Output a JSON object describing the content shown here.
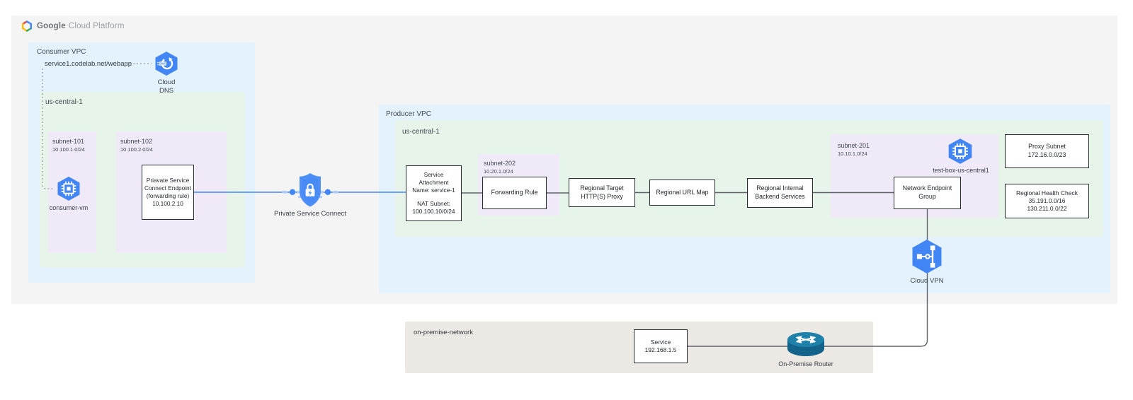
{
  "header": {
    "brand_bold": "Google",
    "brand_light": "Cloud Platform"
  },
  "colors": {
    "accent_blue": "#4285f4",
    "connector_blue": "#4285f4",
    "connector_gray": "#616161",
    "vpc_bg": "#e3f2fd",
    "region_bg": "#e6f4ea",
    "subnet_bg": "#f0e9f8",
    "outer_bg": "#f4f4f4",
    "onprem_bg": "#ece9e4",
    "router_teal": "#15678f"
  },
  "icons": {
    "gcp_logo": "google-cloud-hexagon-ring",
    "cloud_dns": "blue-hexagon-dns-refresh",
    "compute_vm": "blue-hexagon-cpu-chip",
    "psc": "blue-shield-lock-bolt",
    "cloud_vpn": "blue-hexagon-vpn-link",
    "router": "teal-cylinder-crossed-arrows"
  },
  "consumer_vpc": {
    "label": "Consumer VPC",
    "dns_record": "service1.codelab.net/webapp",
    "cloud_dns_label": "Cloud DNS",
    "region_label": "us-central-1",
    "subnet101": {
      "name": "subnet-101",
      "cidr": "10.100.1.0/24",
      "vm_label": "consumer-vm"
    },
    "subnet102": {
      "name": "subnet-102",
      "cidr": "10.100.2.0/24",
      "endpoint_lines": [
        "Priavate Service",
        "Connect Endpoint",
        "(forwarding rule)",
        "10.100.2.10"
      ]
    }
  },
  "psc": {
    "label": "Private Service Connect"
  },
  "producer_vpc": {
    "label": "Producer VPC",
    "region_label": "us-central-1",
    "service_attachment": {
      "lines_top": [
        "Service",
        "Attachment",
        "Name: service-1"
      ],
      "lines_bottom": [
        "NAT Subnet:",
        "100.100.10/0/24"
      ]
    },
    "subnet202": {
      "name": "subnet-202",
      "cidr": "10.20.1.0/24",
      "box": "Forwarding Rule"
    },
    "proxy_box": "Regional Target HTTP(S) Proxy",
    "urlmap_box": "Regional URL Map",
    "backend_box": "Regional Internal Backend Services",
    "subnet201": {
      "name": "subnet-201",
      "cidr": "10.10.1.0/24",
      "vm_label": "test-box-us-central1",
      "neg_box": "Network Endpoint Group"
    },
    "proxy_subnet": {
      "title": "Proxy Subnet",
      "cidr": "172.16.0.0/23"
    },
    "health_check": {
      "title": "Regional Health Check",
      "cidr1": "35.191.0.0/16",
      "cidr2": "130.211.0.0/22"
    },
    "vpn_label": "Cloud VPN"
  },
  "onprem": {
    "label": "on-premise-network",
    "service_box": {
      "title": "Service",
      "ip": "192.168.1.5"
    },
    "router_label": "On-Premise Router"
  }
}
